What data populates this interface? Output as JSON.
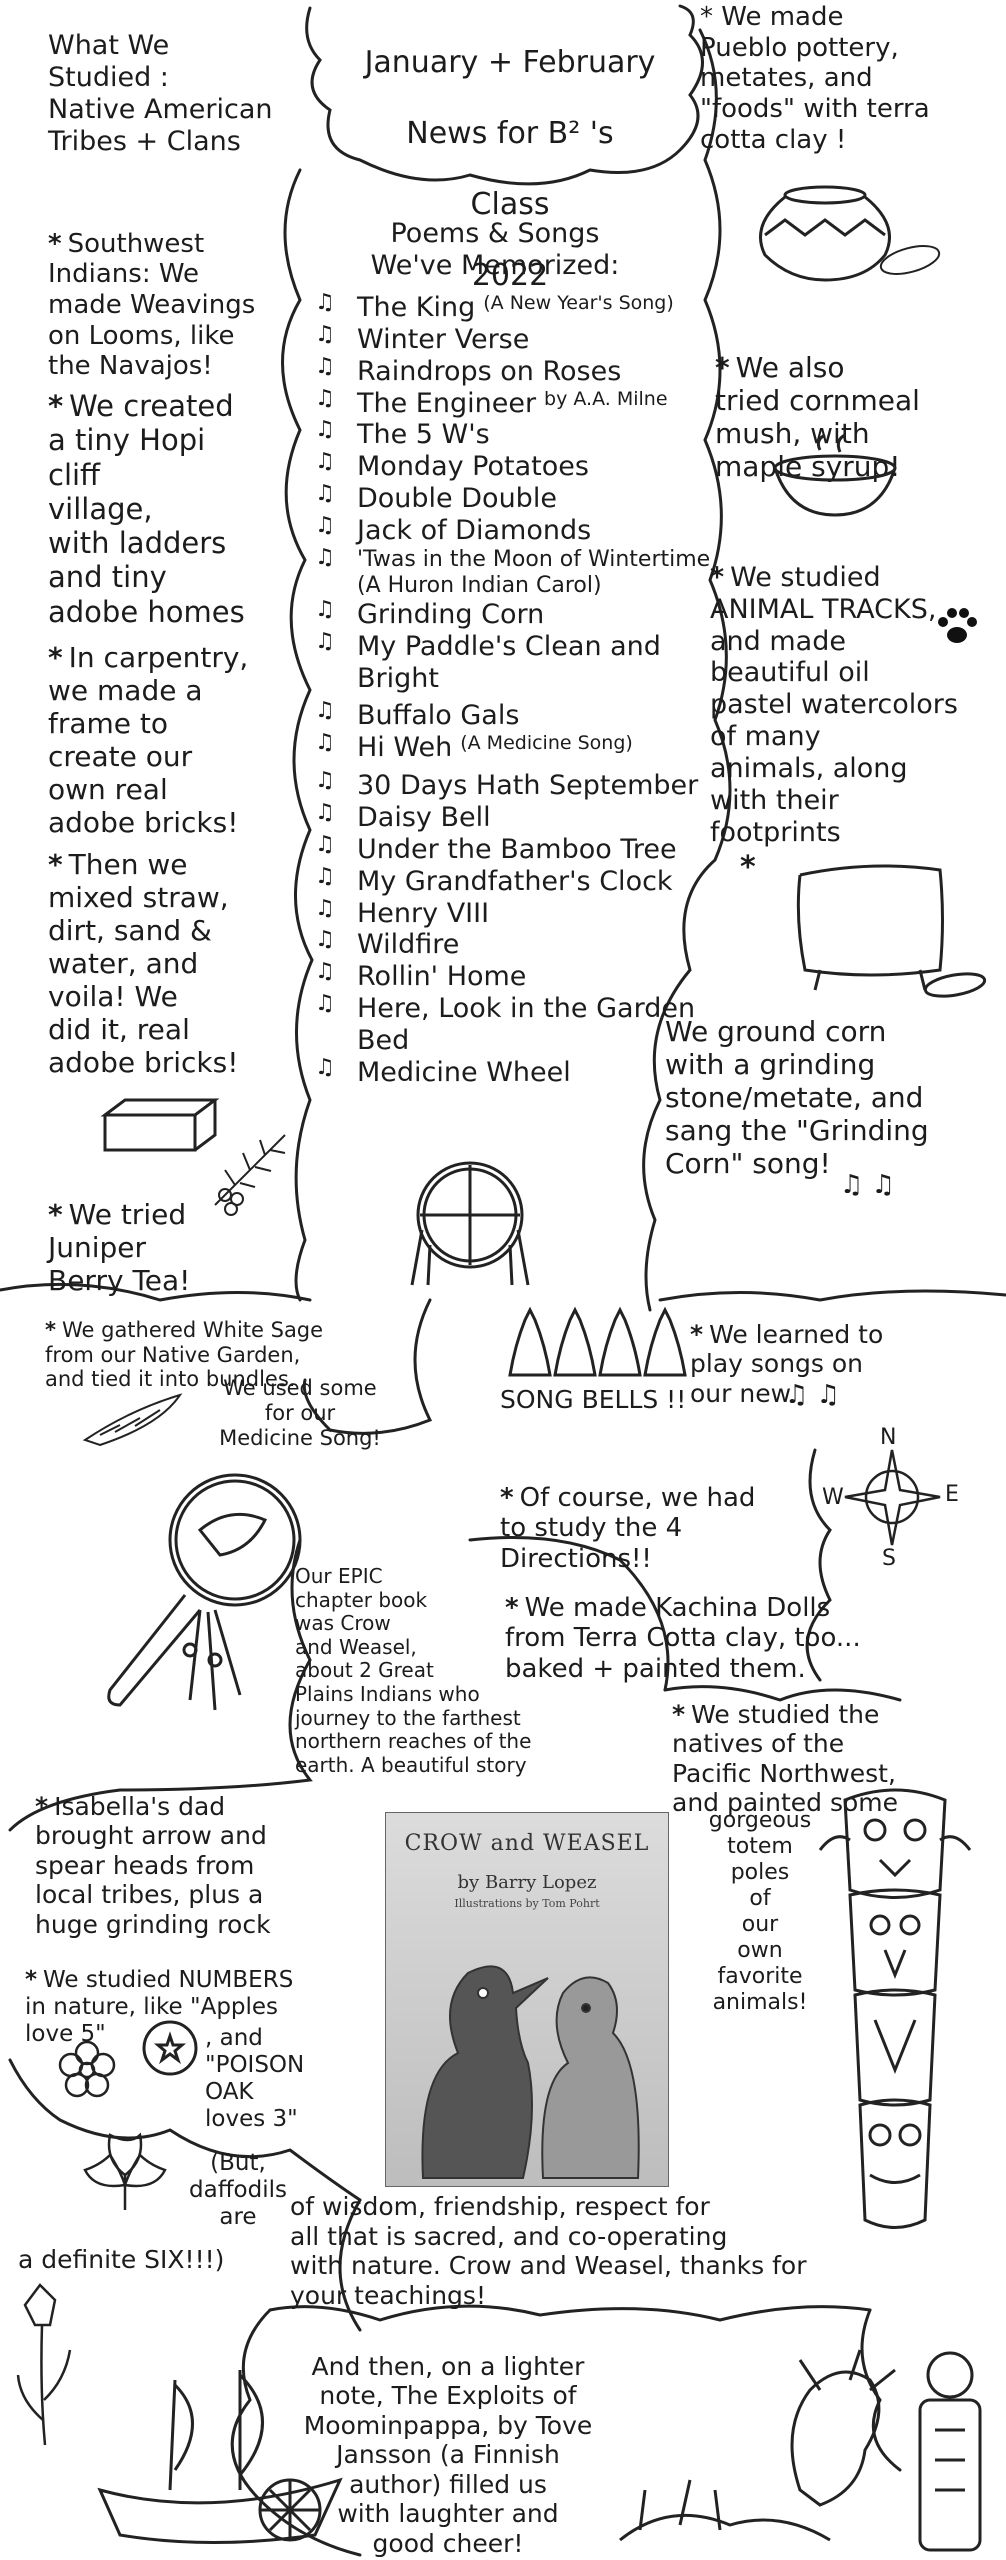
{
  "header": {
    "title_lines": [
      "January + February",
      "News for B² 's",
      "Class",
      "2022"
    ],
    "studied": "What We\nStudied :\nNative American\nTribes + Clans",
    "pueblo": "* We made\nPueblo pottery,\nmetates, and\n\"foods\" with terra\ncotta clay !"
  },
  "left_col": {
    "southwest": "Southwest\nIndians: We\nmade Weavings\non Looms, like\nthe Navajos!",
    "hopi": "We created\na tiny Hopi\ncliff\nvillage,\nwith ladders\nand tiny\nadobe homes",
    "carpentry": "In carpentry,\nwe made a\nframe to\ncreate our\nown real\nadobe bricks!",
    "straw": "Then we\nmixed straw,\ndirt, sand &\nwater, and\nvoila! We\ndid it, real\nadobe bricks!",
    "juniper": "We tried\nJuniper\nBerry Tea!"
  },
  "poems": {
    "heading": "Poems & Songs\nWe've Memorized:",
    "songs": [
      {
        "title": "The King",
        "sub": "(A New Year's Song)"
      },
      {
        "title": "Winter Verse",
        "sub": ""
      },
      {
        "title": "Raindrops on Roses",
        "sub": ""
      },
      {
        "title": "The Engineer",
        "sub": "by A.A. Milne"
      },
      {
        "title": "The 5 W's",
        "sub": ""
      },
      {
        "title": "Monday Potatoes",
        "sub": ""
      },
      {
        "title": "Double Double",
        "sub": ""
      },
      {
        "title": "Jack of Diamonds",
        "sub": ""
      },
      {
        "title": "'Twas in the Moon of Wintertime (A Huron Indian Carol)",
        "sub": ""
      },
      {
        "title": "Grinding Corn",
        "sub": ""
      },
      {
        "title": "My Paddle's Clean and Bright",
        "sub": ""
      },
      {
        "title": "Buffalo Gals",
        "sub": ""
      },
      {
        "title": "Hi Weh",
        "sub": "(A Medicine Song)"
      },
      {
        "title": "30 Days Hath September",
        "sub": ""
      },
      {
        "title": "Daisy Bell",
        "sub": ""
      },
      {
        "title": "Under the Bamboo Tree",
        "sub": ""
      },
      {
        "title": "My Grandfather's Clock",
        "sub": ""
      },
      {
        "title": "Henry VIII",
        "sub": ""
      },
      {
        "title": "Wildfire",
        "sub": ""
      },
      {
        "title": "Rollin' Home",
        "sub": ""
      },
      {
        "title": "Here, Look in the Garden Bed",
        "sub": ""
      },
      {
        "title": "Medicine Wheel",
        "sub": ""
      }
    ]
  },
  "right_col": {
    "cornmeal": "We also\ntried cornmeal\nmush, with\nmaple syrup!",
    "tracks": "We studied\nANIMAL TRACKS,\nand made\nbeautiful oil\npastel watercolors\nof many\nanimals, along\nwith their\nfootprints",
    "grind": "We ground corn\nwith a grinding\nstone/metate, and\nsang the \"Grinding\nCorn\" song!"
  },
  "lower": {
    "sage": "We gathered White Sage\nfrom our Native Garden,\nand tied it into bundles.",
    "sage2": "We used some\nfor our\nMedicine Song!",
    "bells": "We learned to\nplay songs on\nour new",
    "bells_label": "SONG BELLS !!",
    "directions": "Of course, we had\nto study the 4\nDirections!!",
    "kachina": "We made Kachina Dolls\nfrom Terra Cotta clay, too...\nbaked + painted them.",
    "epic": "Our EPIC\nchapter book\nwas Crow\nand Weasel,\nabout 2 Great\nPlains Indians who\njourney to the farthest\nnorthern reaches of the\nearth. A beautiful story",
    "northwest": "We studied the\nnatives of the\nPacific Northwest,\nand painted some",
    "totem": "gorgeous\ntotem\npoles\nof\nour\nown\nfavorite\nanimals!",
    "isabella": "Isabella's dad\nbrought arrow and\nspear heads from\nlocal tribes, plus a\nhuge grinding rock",
    "numbers": "We studied NUMBERS\nin nature, like \"Apples\nlove 5\"",
    "poison": ", and\n\"POISON\nOAK\nloves 3\"",
    "daffodil": "(But,\ndaffodils\nare",
    "six": "a definite SIX!!!)",
    "wisdom": "of wisdom, friendship, respect for\nall that is sacred, and co-operating\nwith nature. Crow and Weasel, thanks for\nyour teachings!",
    "moomin": "And then, on a lighter\nnote, The Exploits of\nMoominpappa, by Tove\nJansson (a Finnish\nauthor) filled us\nwith laughter and\ngood cheer!"
  },
  "compass": {
    "n": "N",
    "e": "E",
    "s": "S",
    "w": "W"
  },
  "book": {
    "title": "CROW and WEASEL",
    "author": "by Barry Lopez",
    "illus": "Illustrations by Tom Pohrt"
  }
}
